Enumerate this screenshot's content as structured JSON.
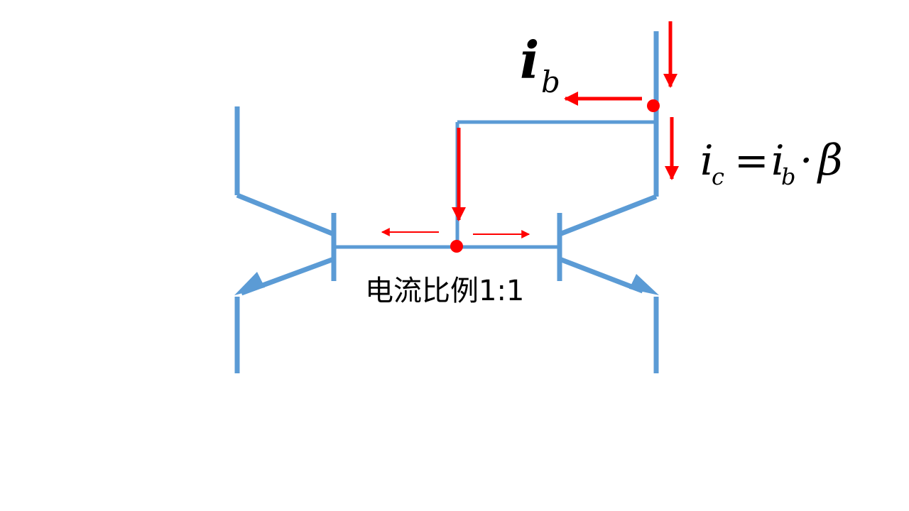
{
  "colors": {
    "wire": "#5B9BD5",
    "current": "#FF0000",
    "text": "#000000",
    "background": "#FFFFFF"
  },
  "labels": {
    "ib_main": "i",
    "ib_sub": "b",
    "ic_main": "i",
    "ic_sub": "c",
    "eq": "=",
    "rhs_main": "i",
    "rhs_sub": "b",
    "dot": "·",
    "beta": "β",
    "ratio": "电流比例1:1"
  }
}
